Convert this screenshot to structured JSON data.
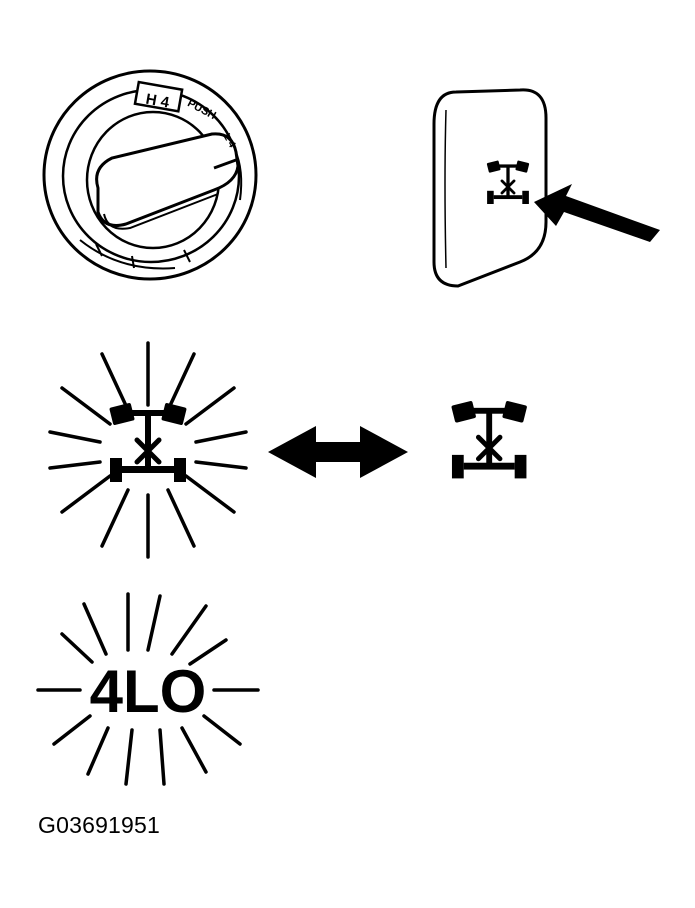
{
  "dial": {
    "mode_label": "H 4",
    "push_label": "PUSH",
    "small_label": "L 4"
  },
  "indicator_text": "4LO",
  "figure_id": "G03691951",
  "colors": {
    "ink": "#000000",
    "paper": "#ffffff"
  },
  "icons": [
    "transfer-dial-icon",
    "indicator-panel-icon",
    "pointer-arrow-icon",
    "four-wheel-drive-icon",
    "double-arrow-icon"
  ]
}
